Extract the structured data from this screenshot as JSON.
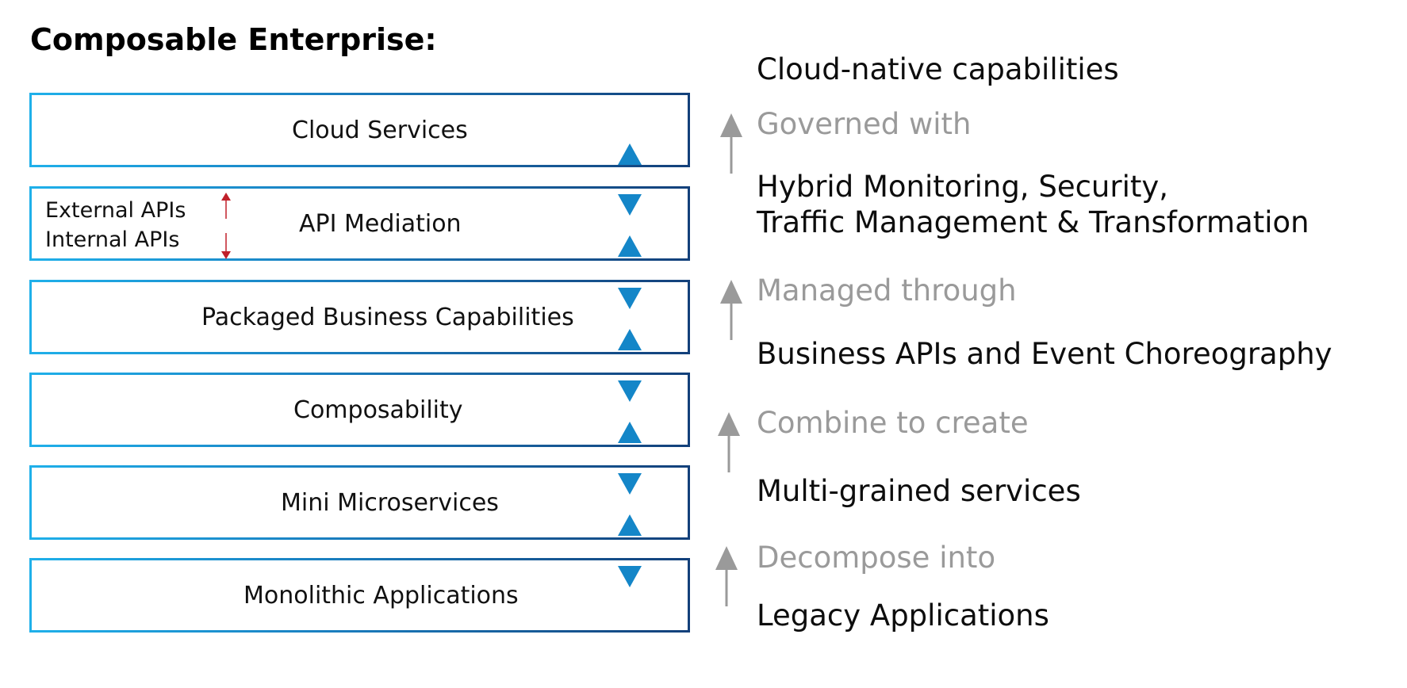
{
  "title": "Composable Enterprise:",
  "layers": [
    {
      "name": "cloud-services",
      "label": "Cloud Services"
    },
    {
      "name": "api-mediation",
      "label": "API Mediation"
    },
    {
      "name": "packaged-business-capabilities",
      "label": "Packaged Business Capabilities"
    },
    {
      "name": "composability",
      "label": "Composability"
    },
    {
      "name": "mini-microservices",
      "label": "Mini Microservices"
    },
    {
      "name": "monolithic-applications",
      "label": "Monolithic Applications"
    }
  ],
  "api_mediation": {
    "external": "External APIs",
    "internal": "Internal APIs"
  },
  "right": {
    "cap_cloud": "Cloud-native capabilities",
    "rel_governed": "Governed with",
    "cap_hybrid_line1": "Hybrid Monitoring, Security,",
    "cap_hybrid_line2": "Traffic Management & Transformation",
    "rel_managed": "Managed through",
    "cap_business_apis": "Business APIs and Event Choreography",
    "rel_combine": "Combine to create",
    "cap_multi": "Multi-grained services",
    "rel_decompose": "Decompose into",
    "cap_legacy": "Legacy Applications"
  },
  "colors": {
    "border_start": "#1fb0ea",
    "border_end": "#13407a",
    "triangle": "#1486c8",
    "relation_text": "#9a9a9a",
    "red_arrow": "#c0202a",
    "gray_arrow": "#9a9a9a"
  }
}
